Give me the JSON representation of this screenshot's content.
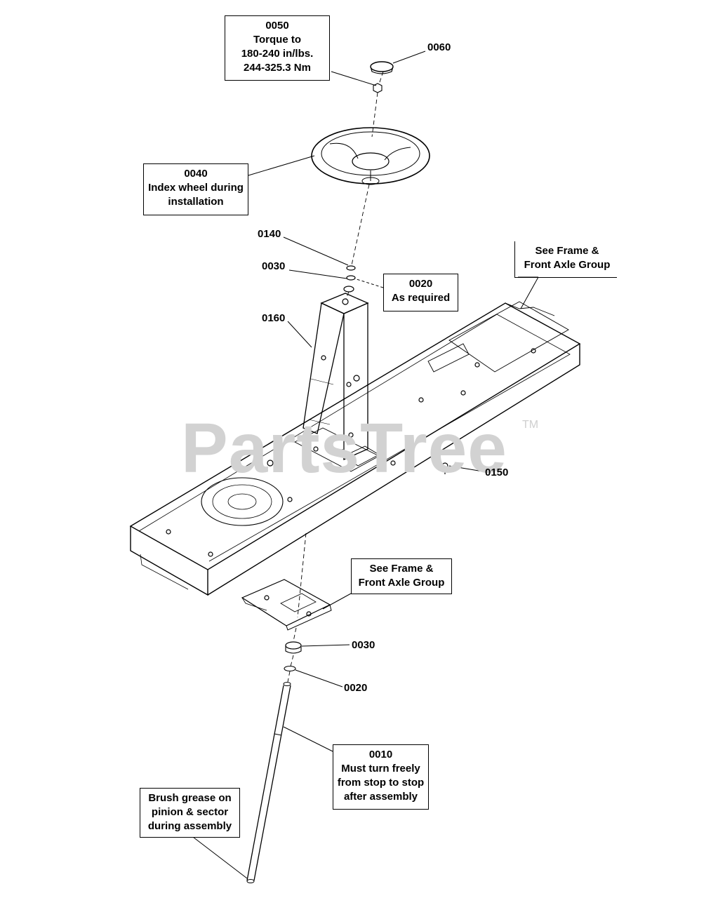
{
  "callouts": {
    "c0050": {
      "number": "0050",
      "line1": "Torque to",
      "line2": "180-240 in/lbs.",
      "line3": "244-325.3 Nm"
    },
    "c0060": {
      "number": "0060"
    },
    "c0040": {
      "number": "0040",
      "line1": "Index wheel during",
      "line2": "installation"
    },
    "c0140": {
      "number": "0140"
    },
    "c0030_top": {
      "number": "0030"
    },
    "c0020_top": {
      "number": "0020",
      "line1": "As required"
    },
    "c0160": {
      "number": "0160"
    },
    "c0150": {
      "number": "0150"
    },
    "c0030_bottom": {
      "number": "0030"
    },
    "c0020_bottom": {
      "number": "0020"
    },
    "c0010": {
      "number": "0010",
      "line1": "Must turn freely",
      "line2": "from stop to stop",
      "line3": "after assembly"
    }
  },
  "notes": {
    "see_frame_top": {
      "line1": "See Frame &",
      "line2": "Front Axle Group"
    },
    "see_frame_bottom": {
      "line1": "See Frame &",
      "line2": "Front Axle Group"
    },
    "grease": {
      "line1": "Brush grease on",
      "line2": "pinion & sector",
      "line3": "during assembly"
    }
  },
  "watermark": {
    "text": "PartsTree",
    "trademark": "TM",
    "color": "#d2d2d2"
  }
}
